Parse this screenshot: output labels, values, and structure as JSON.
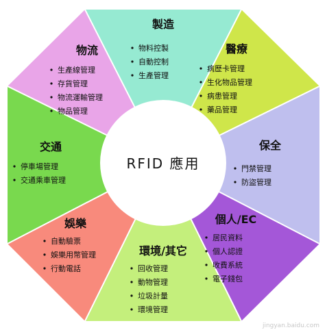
{
  "center": {
    "label": "RFID 應用"
  },
  "sectors": [
    {
      "id": "manufacturing",
      "title": "製造",
      "color": "#96ead2",
      "items": [
        "物料控製",
        "自動控制",
        "生產管理"
      ]
    },
    {
      "id": "medical",
      "title": "醫療",
      "color": "#cfe64a",
      "items": [
        "病歷卡管理",
        "生化物品管理",
        "病患管理",
        "藥品管理"
      ]
    },
    {
      "id": "security",
      "title": "保全",
      "color": "#bfbfee",
      "items": [
        "門禁管理",
        "防盜管理"
      ]
    },
    {
      "id": "personal-ec",
      "title": "個人/EC",
      "color": "#a457d8",
      "items": [
        "居民資料",
        "個人認證",
        "收費系統",
        "電子錢包"
      ]
    },
    {
      "id": "environment",
      "title": "環境/其它",
      "color": "#c4ef7c",
      "items": [
        "回收管理",
        "動物管理",
        "垃圾計量",
        "環境管理"
      ]
    },
    {
      "id": "entertainment",
      "title": "娛樂",
      "color": "#f88a7c",
      "items": [
        "自動驗票",
        "娛樂用幣管理",
        "行動電話"
      ]
    },
    {
      "id": "transportation",
      "title": "交通",
      "color": "#79d94e",
      "items": [
        "停車場管理",
        "交通乘車管理"
      ]
    },
    {
      "id": "logistics",
      "title": "物流",
      "color": "#e9a5e8",
      "items": [
        "生產線管理",
        "存貨管理",
        "物流運輸管理",
        "物品管理"
      ]
    }
  ],
  "watermark": {
    "label": "jingyan.baidu.com"
  }
}
